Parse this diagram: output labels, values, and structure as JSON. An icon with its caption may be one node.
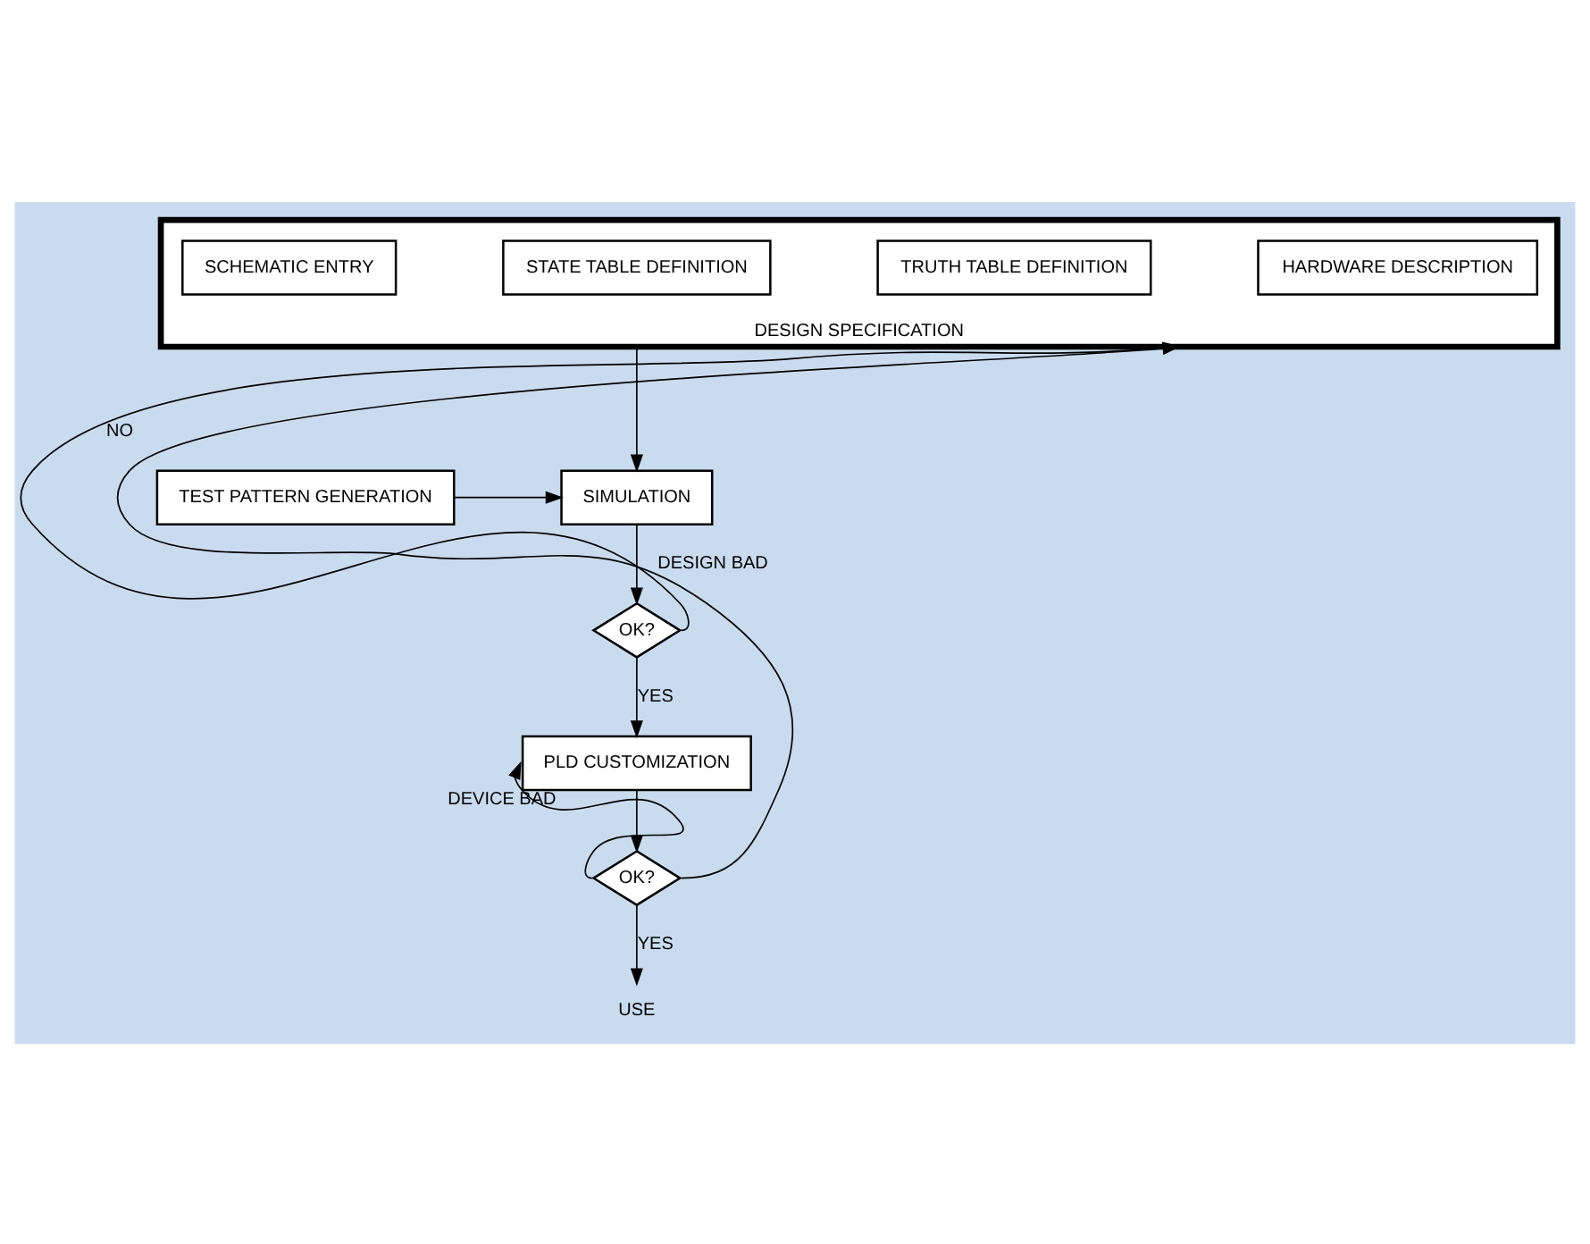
{
  "diagram": {
    "nodes": [
      {
        "text": [
          "DESIGN SPECIFICATION"
        ]
      },
      {
        "text": [
          "SCHEMATIC ENTRY"
        ],
        "in": 0
      },
      {
        "text": [
          "STATE TABLE DEFINITION"
        ],
        "in": 0
      },
      {
        "text": [
          "TRUTH TABLE DEFINITION"
        ],
        "in": 0
      },
      {
        "text": [
          "HARDWARE DESCRIPTION"
        ],
        "in": 0
      },
      {
        "text": [
          "TEST PATTERN GENERATION"
        ]
      },
      {
        "text": [
          "SIMULATION"
        ]
      },
      {
        "text": [
          "OK?"
        ]
      },
      {
        "text": [
          "PLD CUSTOMIZATION"
        ]
      },
      {
        "text": [
          "OK?"
        ]
      },
      {
        "text": [
          "USE"
        ]
      }
    ],
    "edges": [
      {
        "from": 0,
        "to": 6,
        "arrow": "to"
      },
      {
        "from": 5,
        "to": 6,
        "arrow": "to"
      },
      {
        "from": 6,
        "to": 7,
        "arrow": "to"
      },
      {
        "from": 7,
        "to": 0,
        "arrow": "to",
        "label": "NO"
      },
      {
        "from": 7,
        "to": 8,
        "arrow": "to",
        "label": "YES"
      },
      {
        "from": 8,
        "to": 9,
        "arrow": "to"
      },
      {
        "from": 9,
        "to": 8,
        "arrow": "to",
        "label": "DEVICE BAD"
      },
      {
        "from": 9,
        "to": 0,
        "arrow": "to",
        "label": "DESIGN BAD"
      },
      {
        "from": 9,
        "to": 10,
        "arrow": "to",
        "label": "YES"
      }
    ]
  }
}
